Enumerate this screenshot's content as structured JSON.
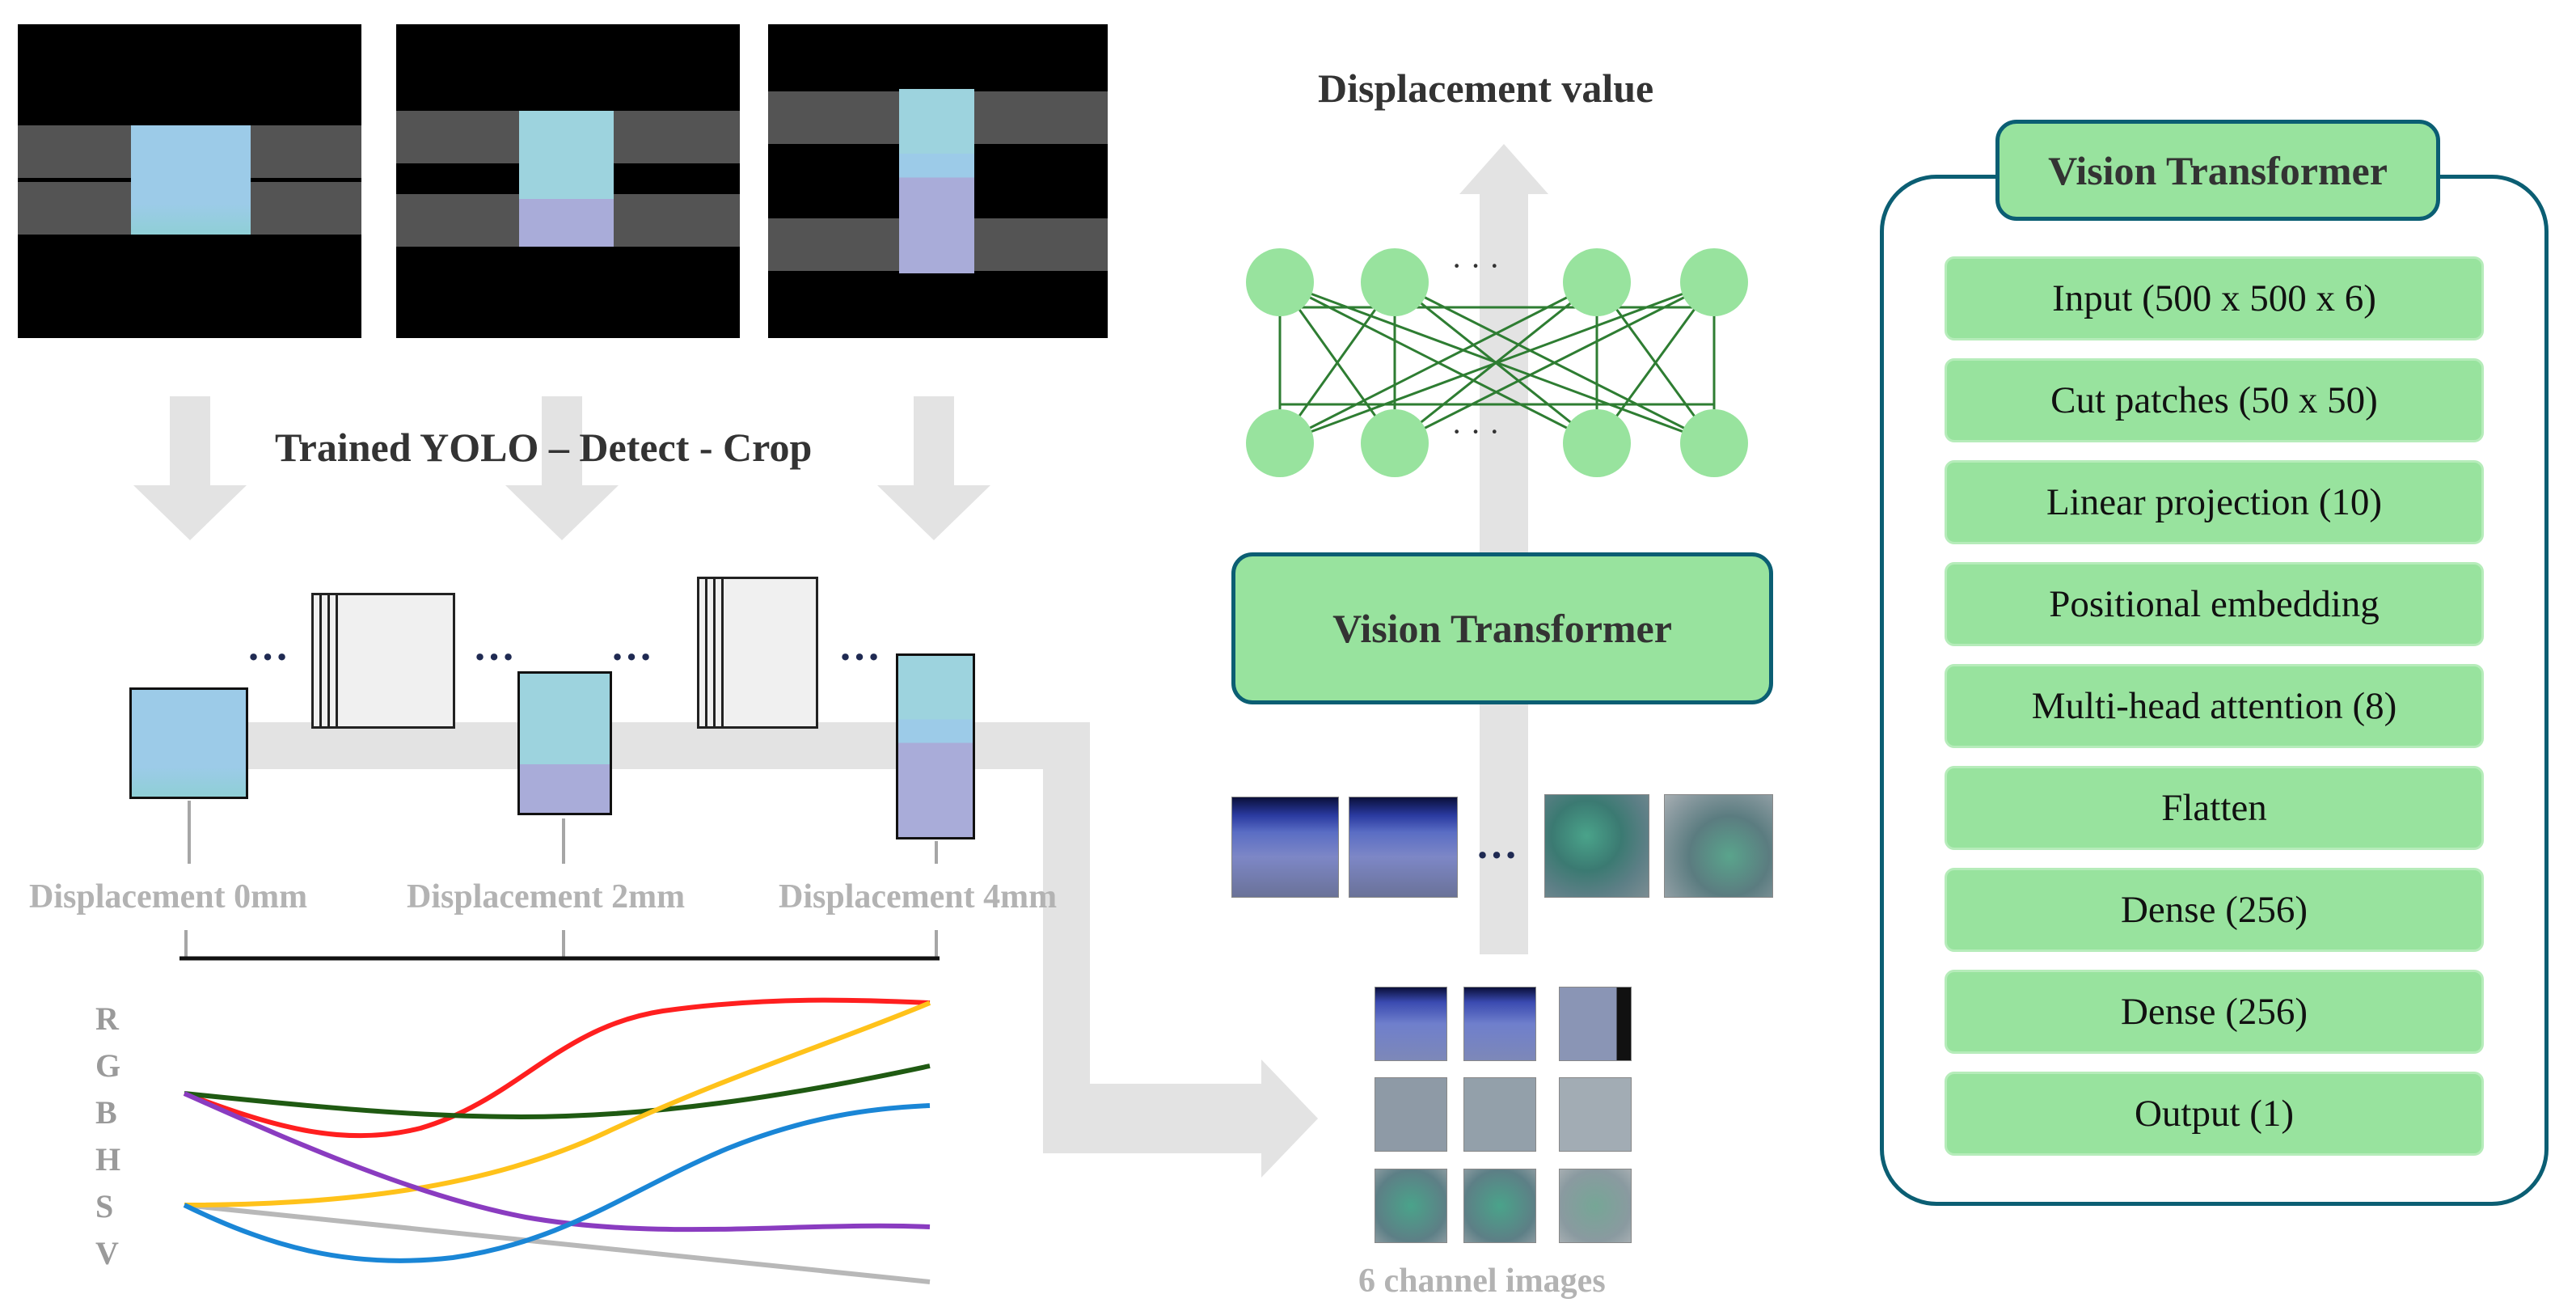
{
  "labels": {
    "yolo_step": "Trained YOLO – Detect - Crop",
    "output_title": "Displacement value",
    "vit_block": "Vision Transformer",
    "six_channel": "6 channel images",
    "disp_0": "Displacement  0mm",
    "disp_2": "Displacement  2mm",
    "disp_4": "Displacement  4mm",
    "ellipsis": "…",
    "nn_dots": "· · ·"
  },
  "channels": [
    "R",
    "G",
    "B",
    "H",
    "S",
    "V"
  ],
  "architecture": {
    "title": "Vision Transformer",
    "layers": [
      "Input (500 x 500 x 6)",
      "Cut patches (50 x 50)",
      "Linear projection  (10)",
      "Positional  embedding",
      "Multi-head attention (8)",
      "Flatten",
      "Dense (256)",
      "Dense (256)",
      "Output (1)"
    ]
  },
  "colors": {
    "green_fill": "#98e39e",
    "teal_border": "#0b5e73",
    "arrow_gray": "#e3e3e3",
    "sample_blue": "#9ccbe8",
    "R": "#ff1f1f",
    "G": "#1f5a12",
    "B": "#ffc21a",
    "H": "#1a86d6",
    "S": "#8a3cc0",
    "V": "#b8b8b8"
  }
}
